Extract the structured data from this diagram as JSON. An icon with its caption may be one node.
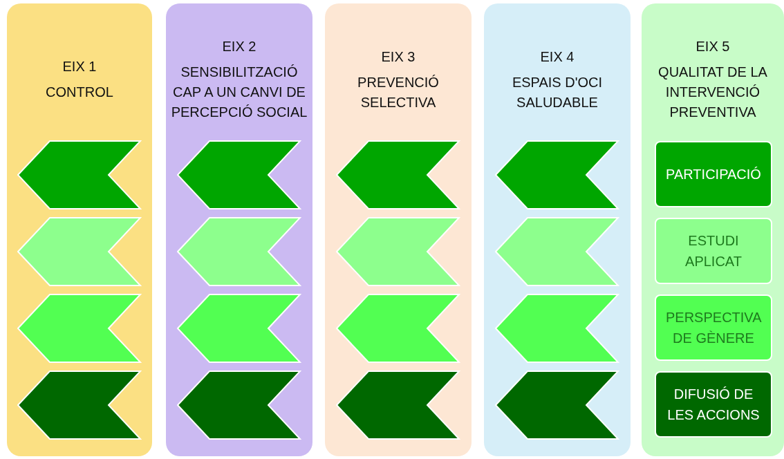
{
  "diagram": {
    "nodes": [
      {
        "text": [
          "EIX 1",
          "CONTROL"
        ]
      },
      {
        "text": [],
        "shape": "chevron",
        "in": 0
      },
      {
        "text": [],
        "shape": "chevron",
        "in": 0
      },
      {
        "text": [],
        "shape": "chevron",
        "in": 0
      },
      {
        "text": [],
        "shape": "chevron",
        "in": 0
      },
      {
        "text": [
          "EIX 2",
          "SENSIBILITZACIÓ CAP A UN CANVI DE PERCEPCIÓ SOCIAL"
        ]
      },
      {
        "text": [],
        "shape": "chevron",
        "in": 5
      },
      {
        "text": [],
        "shape": "chevron",
        "in": 5
      },
      {
        "text": [],
        "shape": "chevron",
        "in": 5
      },
      {
        "text": [],
        "shape": "chevron",
        "in": 5
      },
      {
        "text": [
          "EIX 3",
          "PREVENCIÓ SELECTIVA"
        ]
      },
      {
        "text": [],
        "shape": "chevron",
        "in": 10
      },
      {
        "text": [],
        "shape": "chevron",
        "in": 10
      },
      {
        "text": [],
        "shape": "chevron",
        "in": 10
      },
      {
        "text": [],
        "shape": "chevron",
        "in": 10
      },
      {
        "text": [
          "EIX 4",
          "ESPAIS D'OCI SALUDABLE"
        ]
      },
      {
        "text": [],
        "shape": "chevron",
        "in": 15
      },
      {
        "text": [],
        "shape": "chevron",
        "in": 15
      },
      {
        "text": [],
        "shape": "chevron",
        "in": 15
      },
      {
        "text": [],
        "shape": "chevron",
        "in": 15
      },
      {
        "text": [
          "EIX 5",
          "QUALITAT DE LA INTERVENCIÓ PREVENTIVA"
        ]
      },
      {
        "text": [
          "PARTICIPACIÓ"
        ],
        "in": 20
      },
      {
        "text": [
          "ESTUDI APLICAT"
        ],
        "in": 20
      },
      {
        "text": [
          "PERSPECTIVA DE GÈNERE"
        ],
        "in": 20
      },
      {
        "text": [
          "DIFUSIÓ DE LES ACCIONS"
        ],
        "in": 20
      }
    ]
  }
}
